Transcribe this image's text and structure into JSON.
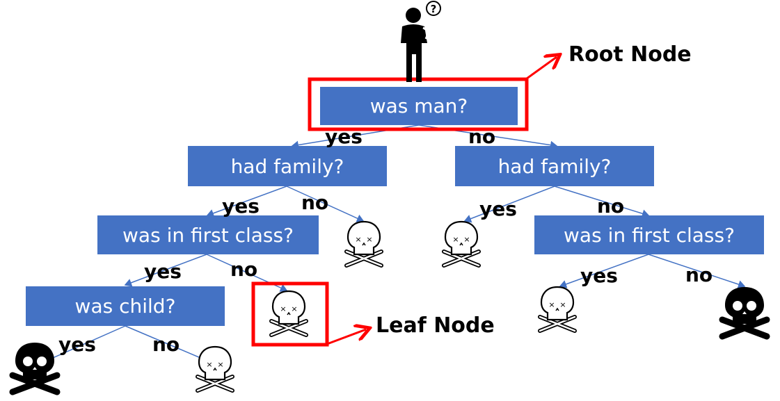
{
  "nodes": {
    "root": "was man?",
    "left_family": "had family?",
    "right_family": "had family?",
    "left_class": "was in first class?",
    "right_class": "was in first class?",
    "child": "was child?"
  },
  "branches": {
    "root_yes": "yes",
    "root_no": "no",
    "lf_yes": "yes",
    "lf_no": "no",
    "rf_yes": "yes",
    "rf_no": "no",
    "lc_yes": "yes",
    "lc_no": "no",
    "rc_yes": "yes",
    "rc_no": "no",
    "child_yes": "yes",
    "child_no": "no"
  },
  "annotations": {
    "root": "Root Node",
    "leaf": "Leaf Node"
  },
  "colors": {
    "node_fill": "#4472c4",
    "highlight": "#ff0000",
    "edge": "#4472c4"
  },
  "icons": {
    "person": "thinking-person-icon",
    "leaf_outcome_survived": "skull-outline-icon",
    "leaf_outcome_died": "skull-solid-icon"
  }
}
